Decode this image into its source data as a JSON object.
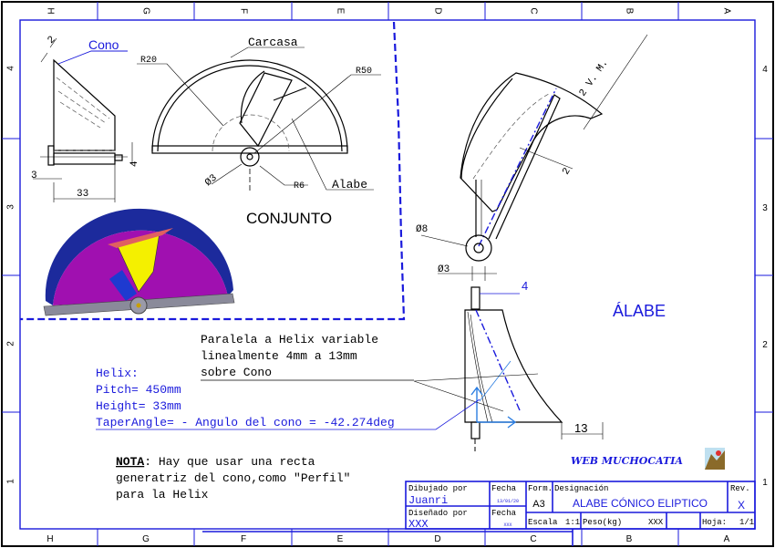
{
  "zones": {
    "columns_top": [
      "H",
      "G",
      "F",
      "E",
      "D",
      "C",
      "B",
      "A"
    ],
    "columns_bottom": [
      "H",
      "G",
      "F",
      "E",
      "D",
      "C",
      "B",
      "A"
    ],
    "rows": [
      "4",
      "3",
      "2",
      "1"
    ]
  },
  "conjunto": {
    "title": "CONJUNTO",
    "labels": {
      "cono": "Cono",
      "carcasa": "Carcasa",
      "alabe": "Alabe",
      "r20": "R20",
      "r50": "R50",
      "r6": "R6",
      "d3": "Ø3"
    },
    "dims": {
      "d2": "2",
      "d3": "3",
      "d33": "33",
      "d4": "4"
    }
  },
  "alabe": {
    "title": "ÁLABE",
    "dims": {
      "thick_vm": "2 V. M.",
      "thick": "2",
      "d8": "Ø8",
      "d3": "Ø3",
      "d4": "4",
      "d13": "13"
    }
  },
  "notes": {
    "paralela": [
      "Paralela a Helix variable",
      "linealmente 4mm a 13mm",
      " sobre Cono"
    ],
    "helix": [
      "Helix:",
      "Pitch= 450mm",
      "Height= 33mm",
      "TaperAngle= - Angulo del cono = -42.274deg"
    ],
    "nota_label": "NOTA",
    "nota": [
      ": Hay que usar una recta",
      "generatriz del cono,como \"Perfil\"",
      " para la Helix"
    ]
  },
  "logo_text": "WEB MUCHOCATIA",
  "title_block": {
    "dibujado_label": "Dibujado por",
    "dibujado_value": "Juanri",
    "fecha_label": "Fecha",
    "fecha_value": "13/01/20",
    "fecha2_label": "Fecha",
    "fecha2_value": "XXX",
    "form_label": "Form.",
    "form_value": "A3",
    "designacion_label": "Designación",
    "designacion_value": "ALABE CÓNICO ELIPTICO",
    "rev_label": "Rev.",
    "rev_value": "X",
    "disenado_label": "Diseñado por",
    "disenado_value": "XXX",
    "escala_label": "Escala",
    "escala_value": "1:1",
    "peso_label": "Peso(kg)",
    "peso_value": "XXX",
    "hoja_label": "Hoja:",
    "hoja_value": "1/1"
  },
  "colors": {
    "blue": "#1a1adc",
    "accent_blue": "#2a7de1",
    "magenta": "#a010b0",
    "yellow": "#f4f000",
    "navy": "#1c2a9c"
  }
}
